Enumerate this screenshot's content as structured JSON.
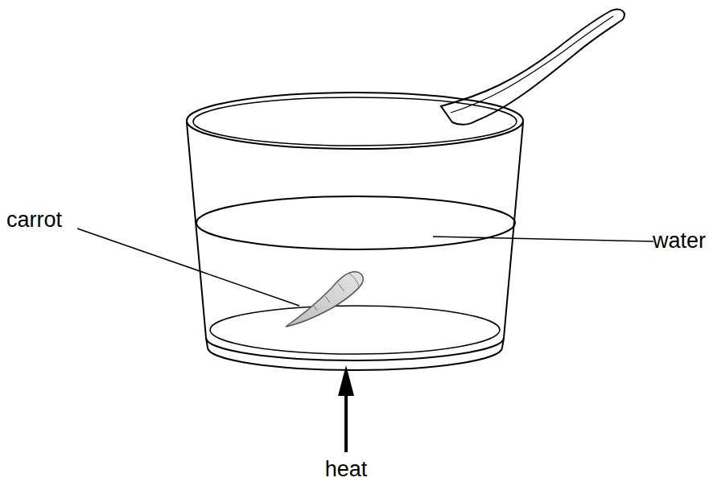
{
  "diagram": {
    "labels": [
      "carrot",
      "water",
      "heat"
    ]
  }
}
